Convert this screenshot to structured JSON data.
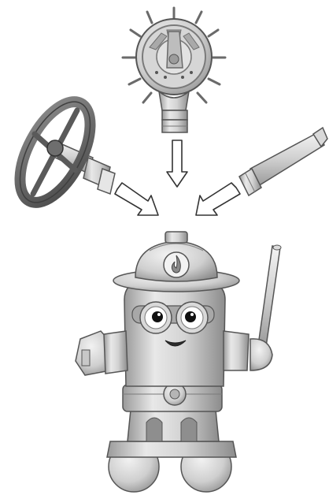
{
  "components": [
    {
      "name": "sprinkler-head",
      "icon": "sprinkler-icon"
    },
    {
      "name": "handwheel-valve",
      "icon": "valve-wheel-icon"
    },
    {
      "name": "hose-nozzle",
      "icon": "nozzle-icon"
    }
  ],
  "result": {
    "name": "fire-hydrant-character",
    "icon": "flame-icon"
  },
  "palette": {
    "background": "#ffffff",
    "light": "#e6e6e6",
    "mid": "#bdbdbd",
    "dark": "#6f6f6f",
    "outline": "#3a3a3a"
  }
}
